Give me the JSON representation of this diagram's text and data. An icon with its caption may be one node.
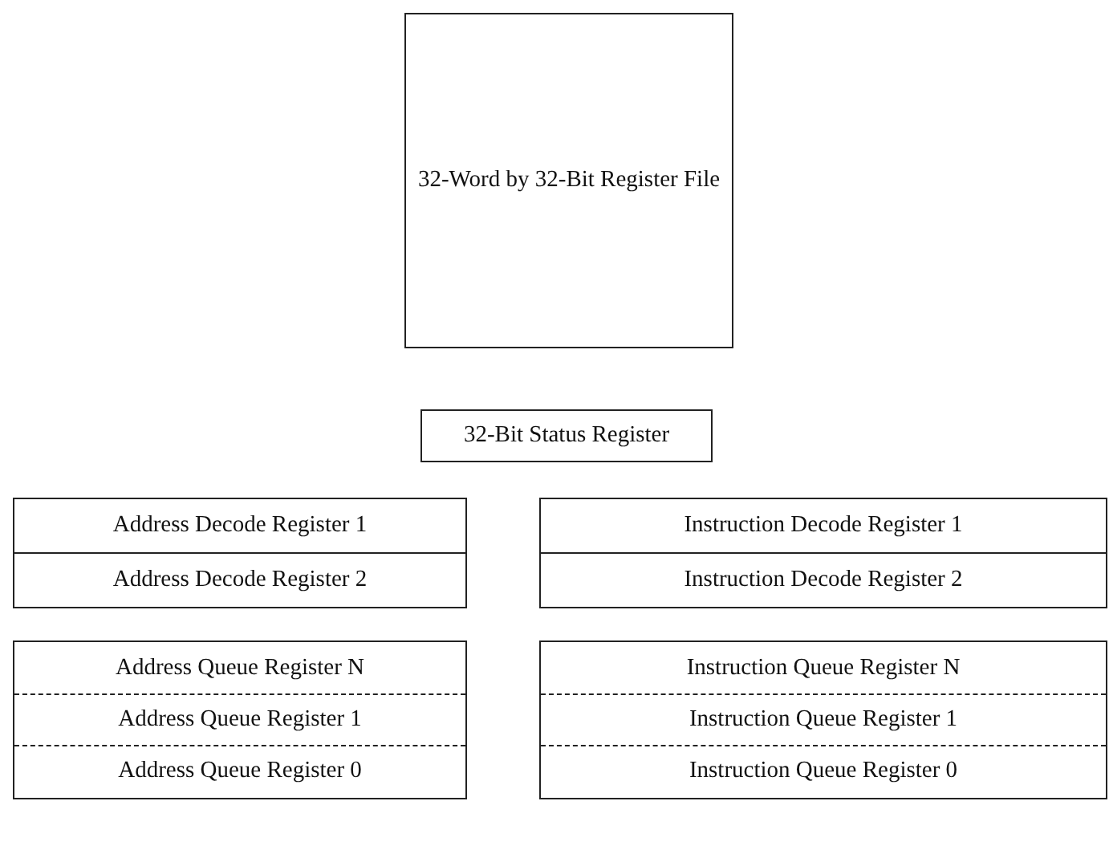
{
  "diagram": {
    "nodes": [
      {
        "text": [
          "32-Word by 32-Bit Register File"
        ]
      },
      {
        "text": [
          "32-Bit Status Register"
        ]
      },
      {
        "text": [],
        "shape": "box"
      },
      {
        "text": [
          "Address Decode Register 1"
        ],
        "in": 2
      },
      {
        "text": [
          "Address Decode Register 2"
        ],
        "in": 2
      },
      {
        "text": [],
        "shape": "box"
      },
      {
        "text": [
          "Instruction Decode Register 1"
        ],
        "in": 5
      },
      {
        "text": [
          "Instruction Decode Register 2"
        ],
        "in": 5
      },
      {
        "text": [],
        "shape": "box"
      },
      {
        "text": [
          "Address Queue Register N"
        ],
        "in": 8
      },
      {
        "text": [
          "Address Queue Register 1"
        ],
        "in": 8
      },
      {
        "text": [
          "Address Queue Register 0"
        ],
        "in": 8
      },
      {
        "text": [],
        "shape": "box"
      },
      {
        "text": [
          "Instruction Queue Register N"
        ],
        "in": 12
      },
      {
        "text": [
          "Instruction Queue Register 1"
        ],
        "in": 12
      },
      {
        "text": [
          "Instruction Queue Register 0"
        ],
        "in": 12
      }
    ]
  }
}
